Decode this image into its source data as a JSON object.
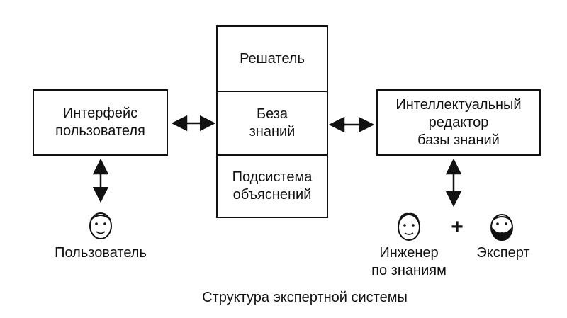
{
  "stack": {
    "solver": "Решатель",
    "knowledge_base": "Беза\nзнаний",
    "explanation_subsystem": "Подсистема\nобъяснений"
  },
  "user_interface": "Интерфейс\nпользователя",
  "kb_editor": "Интеллектуальный\nредактор\nбазы знаний",
  "actors": {
    "user": "Пользователь",
    "knowledge_engineer": "Инженер\nпо знаниям",
    "expert": "Эксперт",
    "plus": "+"
  },
  "caption": "Структура экспертной системы"
}
